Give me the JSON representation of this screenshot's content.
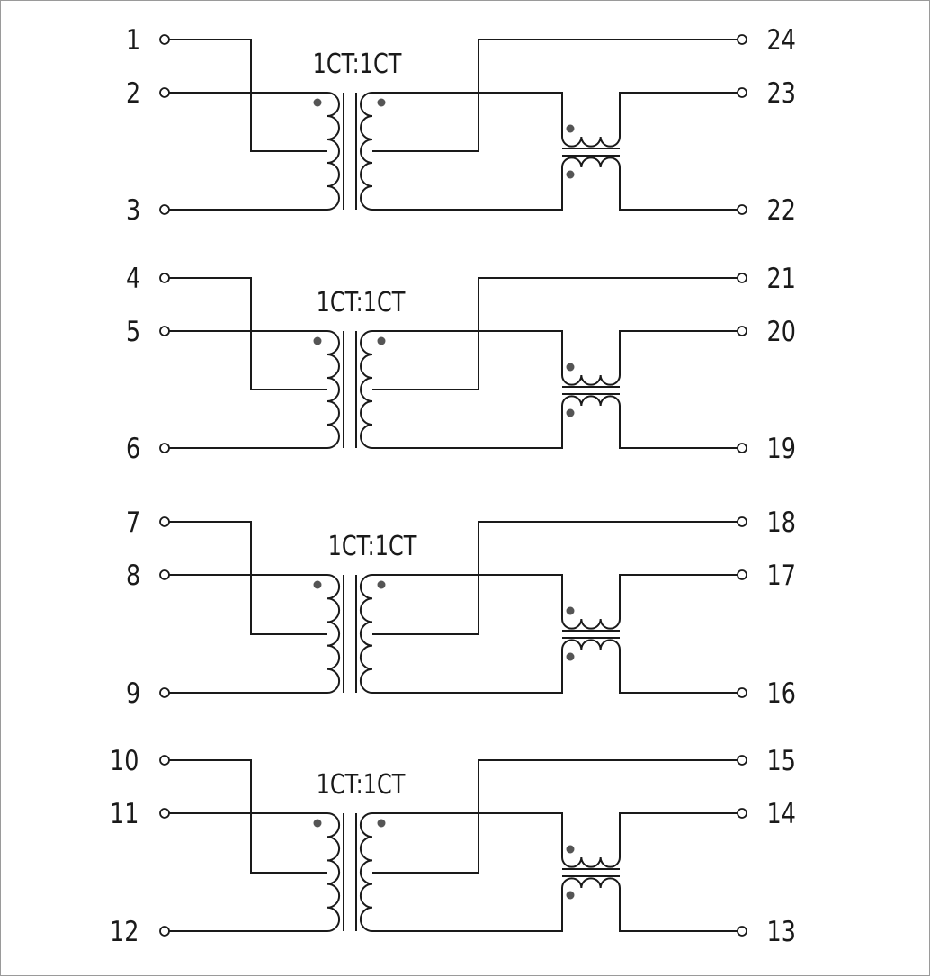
{
  "channels": [
    {
      "ratio": "1CT:1CT",
      "left_pins": [
        "1",
        "2",
        "3"
      ],
      "right_pins": [
        "24",
        "23",
        "22"
      ]
    },
    {
      "ratio": "1CT:1CT",
      "left_pins": [
        "4",
        "5",
        "6"
      ],
      "right_pins": [
        "21",
        "20",
        "19"
      ]
    },
    {
      "ratio": "1CT:1CT",
      "left_pins": [
        "7",
        "8",
        "9"
      ],
      "right_pins": [
        "18",
        "17",
        "16"
      ]
    },
    {
      "ratio": "1CT:1CT",
      "left_pins": [
        "10",
        "11",
        "12"
      ],
      "right_pins": [
        "15",
        "14",
        "13"
      ]
    }
  ],
  "colors": {
    "line": "#1a1a1a",
    "polarity_dot": "#555555",
    "frame_border": "#9a9a9a"
  },
  "icons": {
    "transformer": "transformer-icon",
    "common_mode_choke": "common-mode-choke-icon",
    "pin": "pin-terminal-icon",
    "polarity_dot": "polarity-dot-icon"
  }
}
